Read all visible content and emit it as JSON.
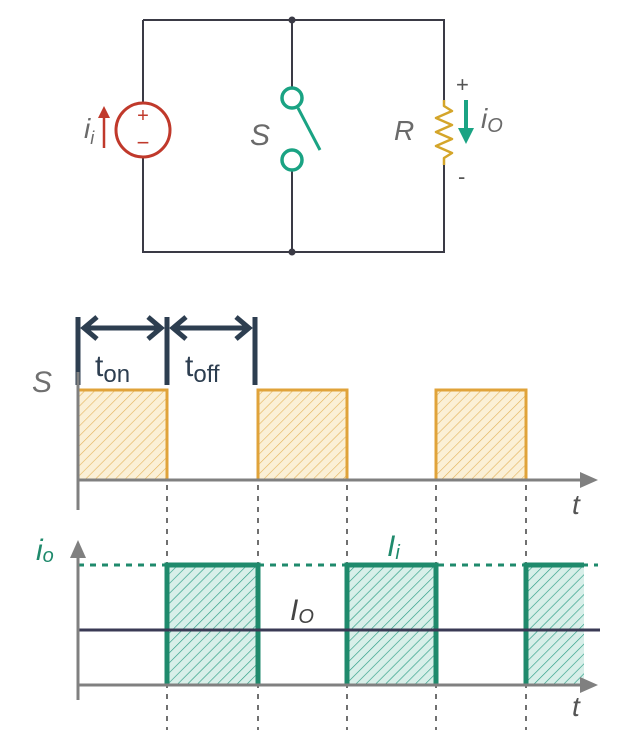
{
  "circuit": {
    "source_label": "i",
    "source_sub": "i",
    "source_plus": "+",
    "source_minus": "−",
    "switch_label": "S",
    "resistor_label": "R",
    "output_plus": "+",
    "output_minus": "-",
    "output_current": "i",
    "output_current_sub": "O"
  },
  "timing": {
    "ton_main": "t",
    "ton_sub": "on",
    "toff_main": "t",
    "toff_sub": "off",
    "switch_axis_label": "S",
    "time_label_top": "t",
    "current_axis_main": "i",
    "current_axis_sub": "o",
    "Ii_main": "I",
    "Ii_sub": "i",
    "Io_main": "I",
    "Io_sub": "O",
    "time_label_bottom": "t"
  },
  "colors": {
    "wire": "#3a3a45",
    "source": "#c0392b",
    "switch": "#1aa383",
    "resistor": "#d4a52a",
    "pulse": "#e0a33a",
    "pulse_fill": "#f2cc7a",
    "current": "#1f8a6c",
    "current_fill": "#2e9e86",
    "axis": "#808080",
    "dashed": "#707070",
    "bracket": "#2d3e50"
  }
}
